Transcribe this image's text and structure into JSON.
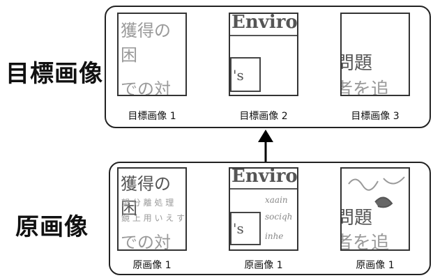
{
  "labels": {
    "target": "目標画像",
    "original": "原画像"
  },
  "target_captions": [
    "目標画像 1",
    "目標画像 2",
    "目標画像 3"
  ],
  "original_captions": [
    "原画像 1",
    "原画像 1",
    "原画像 1"
  ],
  "thumb_text": {
    "t1_top": "獲得の困",
    "t1_bottom": "での対策",
    "t2_top": "Enviro",
    "t2_box": "'s",
    "t3_mid": "問題",
    "t3_bottom": "者を追",
    "o1_top": "獲得の困",
    "o1_row1": "望 分 離 処 理",
    "o1_row2": "鏡 上 用 い え す",
    "o1_bottom": "での対策",
    "o2_top": "Enviro",
    "o2_box": "'s",
    "o2_hand1": "xaain",
    "o2_hand2": "sociqh",
    "o2_hand3": "inhe",
    "o3_mid": "問題",
    "o3_bottom": "者を追"
  }
}
